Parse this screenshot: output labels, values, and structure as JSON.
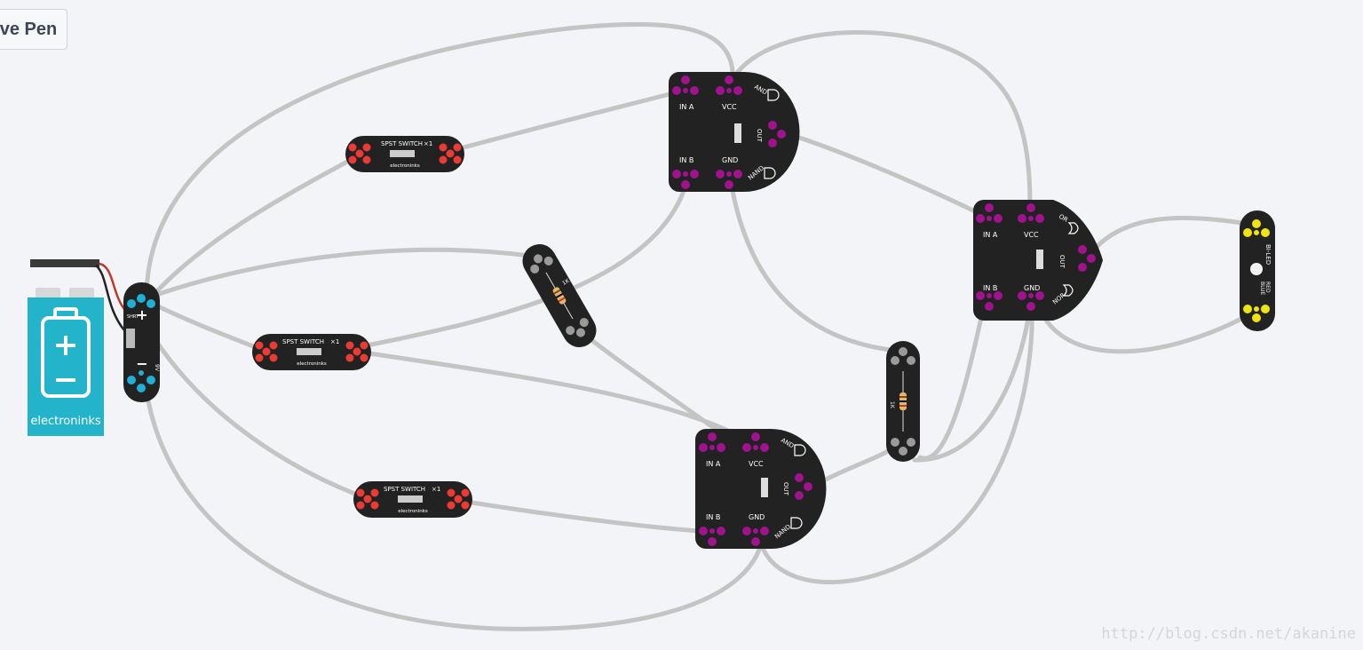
{
  "toolbar": {
    "pen_button_label": "ve Pen"
  },
  "watermark": "http://blog.csdn.net/akanine",
  "battery": {
    "brand": "electroninks"
  },
  "switches": {
    "title": "SPST SWITCH",
    "count": "×1",
    "brand": "electroninks"
  },
  "gates": {
    "and_nand": {
      "pin_in_a": "IN A",
      "pin_vcc": "VCC",
      "pin_in_b": "IN B",
      "pin_gnd": "GND",
      "pin_out": "OUT",
      "label_top": "AND",
      "label_bottom": "NAND"
    },
    "or_nor": {
      "pin_in_a": "IN A",
      "pin_vcc": "VCC",
      "pin_in_b": "IN B",
      "pin_gnd": "GND",
      "pin_out": "OUT",
      "label_top": "OR",
      "label_bottom": "NOR"
    }
  },
  "resistor": {
    "value": "1K"
  },
  "bi_led": {
    "title": "BI-LED",
    "red": "RED",
    "blue": "BLUE"
  },
  "battery_connector": {
    "plus": "+",
    "minus": "−",
    "label": "9V",
    "side": "SHRT"
  },
  "colors": {
    "background": "#f2f4f7",
    "wire": "#c4c4c4",
    "board": "#222222",
    "pad_switch": "#ea3b34",
    "pad_gate": "#a0128e",
    "pad_battery": "#1fb0d4",
    "pad_resistor": "#9a9a9a",
    "pad_led": "#f0e314",
    "battery_body": "#23b4cc"
  }
}
